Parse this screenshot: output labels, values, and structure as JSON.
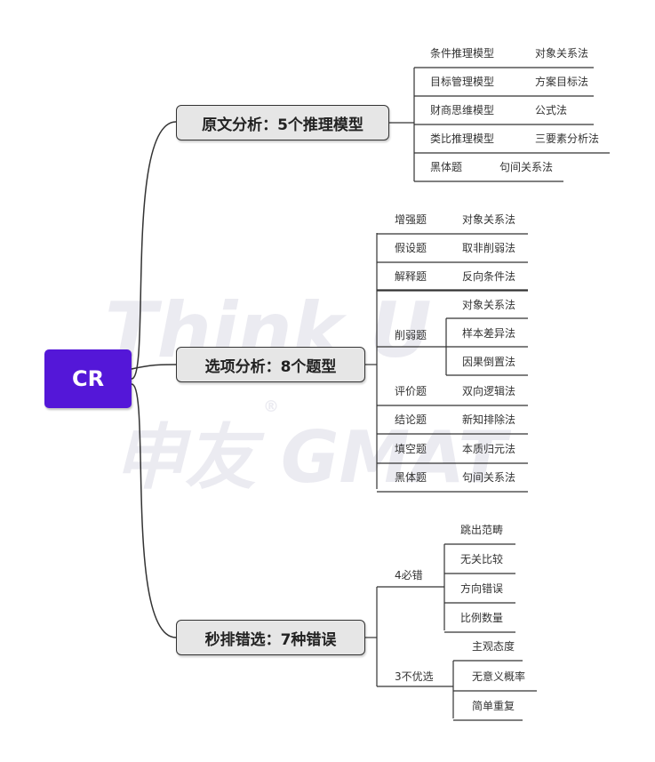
{
  "root": {
    "label": "CR"
  },
  "branches": [
    {
      "title": "原文分析：5个推理模型",
      "rows": [
        [
          "条件推理模型",
          "对象关系法"
        ],
        [
          "目标管理模型",
          "方案目标法"
        ],
        [
          "财商思维模型",
          "公式法"
        ],
        [
          "类比推理模型",
          "三要素分析法"
        ],
        [
          "黑体题",
          "句间关系法"
        ]
      ]
    },
    {
      "title": "选项分析：8个题型",
      "rows": [
        [
          "增强题",
          "对象关系法"
        ],
        [
          "假设题",
          "取非削弱法"
        ],
        [
          "解释题",
          "反向条件法"
        ],
        [
          "削弱题",
          "对象关系法",
          "样本差异法",
          "因果倒置法"
        ],
        [
          "评价题",
          "双向逻辑法"
        ],
        [
          "结论题",
          "新知排除法"
        ],
        [
          "填空题",
          "本质归元法"
        ],
        [
          "黑体题",
          "句间关系法"
        ]
      ]
    },
    {
      "title": "秒排错选：7种错误",
      "groups": [
        {
          "label": "4必错",
          "items": [
            "跳出范畴",
            "无关比较",
            "方向错误",
            "比例数量"
          ]
        },
        {
          "label": "3不优选",
          "items": [
            "主观态度",
            "无意义概率",
            "简单重复"
          ]
        }
      ]
    }
  ],
  "watermark": {
    "line1": "Think U",
    "line2": "申友 GMAT",
    "mark": "®"
  }
}
